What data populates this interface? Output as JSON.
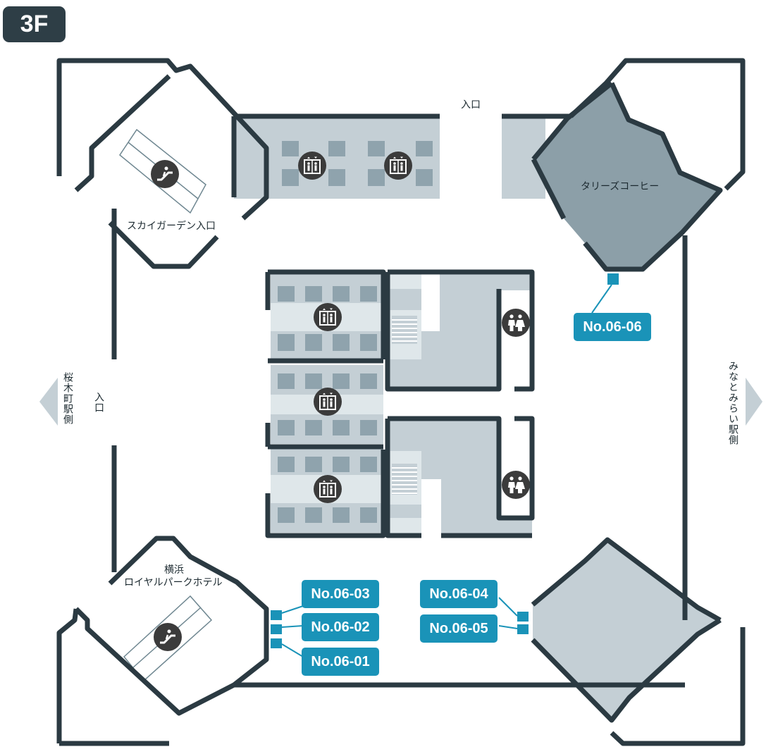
{
  "floor": "3F",
  "labels": {
    "entrance_top": "入口",
    "entrance_left": "入口",
    "sky_garden_entrance": "スカイガーデン入口",
    "tullys_coffee": "タリーズコーヒー",
    "hotel_line1": "横浜",
    "hotel_line2": "ロイヤルパークホテル",
    "sakuragicho_side": "桜木町駅側",
    "minatomirai_side": "みなとみらい駅側"
  },
  "locations": [
    {
      "id": "No.06-06"
    },
    {
      "id": "No.06-03"
    },
    {
      "id": "No.06-02"
    },
    {
      "id": "No.06-01"
    },
    {
      "id": "No.06-04"
    },
    {
      "id": "No.06-05"
    }
  ],
  "icons": {
    "elevator": "elevator-icon",
    "escalator": "escalator-icon",
    "restroom": "restroom-icon"
  },
  "colors": {
    "wall": "#2b3a42",
    "area_light": "#c4cfd5",
    "area_pale": "#dfe7ea",
    "area_dark": "#8c9fa8",
    "marker": "#1a93b8",
    "badge": "#2e3e46"
  }
}
